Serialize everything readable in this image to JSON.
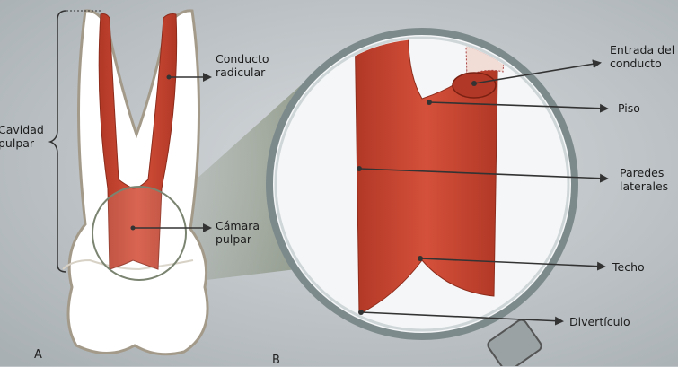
{
  "figure": {
    "panel_a": "A",
    "panel_b": "B",
    "labels": {
      "cavidad_pulpar": "Cavidad\npulpar",
      "conducto_radicular": "Conducto\nradicular",
      "camara_pulpar": "Cámara\npulpar",
      "entrada_del_conducto": "Entrada del\nconducto",
      "piso": "Piso",
      "paredes_laterales": "Paredes\nlaterales",
      "techo": "Techo",
      "diverticulo": "Divertículo"
    },
    "colors": {
      "pulp": "#c0402e",
      "background": "#bfc4c8",
      "enamel": "#ffffff",
      "lens_rim": "#7d8a8c"
    }
  }
}
